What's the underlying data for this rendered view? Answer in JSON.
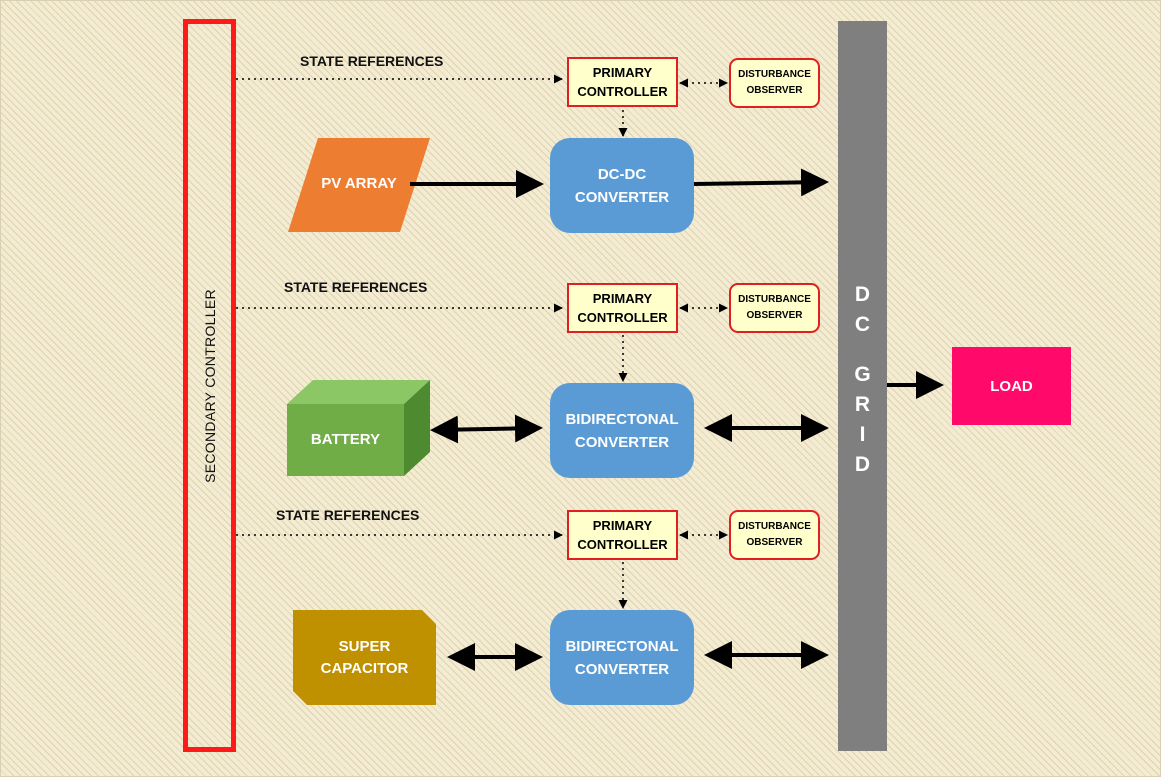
{
  "secondary_controller": {
    "label": "SECONDARY CONTROLLER"
  },
  "dc_grid": {
    "letters": [
      "D",
      "C",
      "",
      "G",
      "R",
      "I",
      "D"
    ]
  },
  "load": {
    "label": "LOAD"
  },
  "sources": {
    "pv": {
      "label": "PV ARRAY"
    },
    "battery": {
      "label": "BATTERY"
    },
    "supercap": {
      "line1": "SUPER",
      "line2": "CAPACITOR"
    }
  },
  "channels": [
    {
      "state_ref": "STATE REFERENCES",
      "primary": {
        "line1": "PRIMARY",
        "line2": "CONTROLLER"
      },
      "disturbance": {
        "line1": "DISTURBANCE",
        "line2": "OBSERVER"
      },
      "converter": {
        "line1": "DC-DC",
        "line2": "CONVERTER"
      }
    },
    {
      "state_ref": "STATE REFERENCES",
      "primary": {
        "line1": "PRIMARY",
        "line2": "CONTROLLER"
      },
      "disturbance": {
        "line1": "DISTURBANCE",
        "line2": "OBSERVER"
      },
      "converter": {
        "line1": "BIDIRECTONAL",
        "line2": "CONVERTER"
      }
    },
    {
      "state_ref": "STATE REFERENCES",
      "primary": {
        "line1": "PRIMARY",
        "line2": "CONTROLLER"
      },
      "disturbance": {
        "line1": "DISTURBANCE",
        "line2": "OBSERVER"
      },
      "converter": {
        "line1": "BIDIRECTONAL",
        "line2": "CONVERTER"
      }
    }
  ],
  "colors": {
    "secondary_border": "#ff1a1a",
    "controller_fill": "#ffffcc",
    "controller_border": "#e02020",
    "converter_fill": "#5b9bd5",
    "pv_fill": "#ed7d31",
    "battery_fill": "#70ad47",
    "supercap_fill": "#bf9000",
    "dc_grid_fill": "#7f7f7f",
    "load_fill": "#ff0a6a"
  }
}
